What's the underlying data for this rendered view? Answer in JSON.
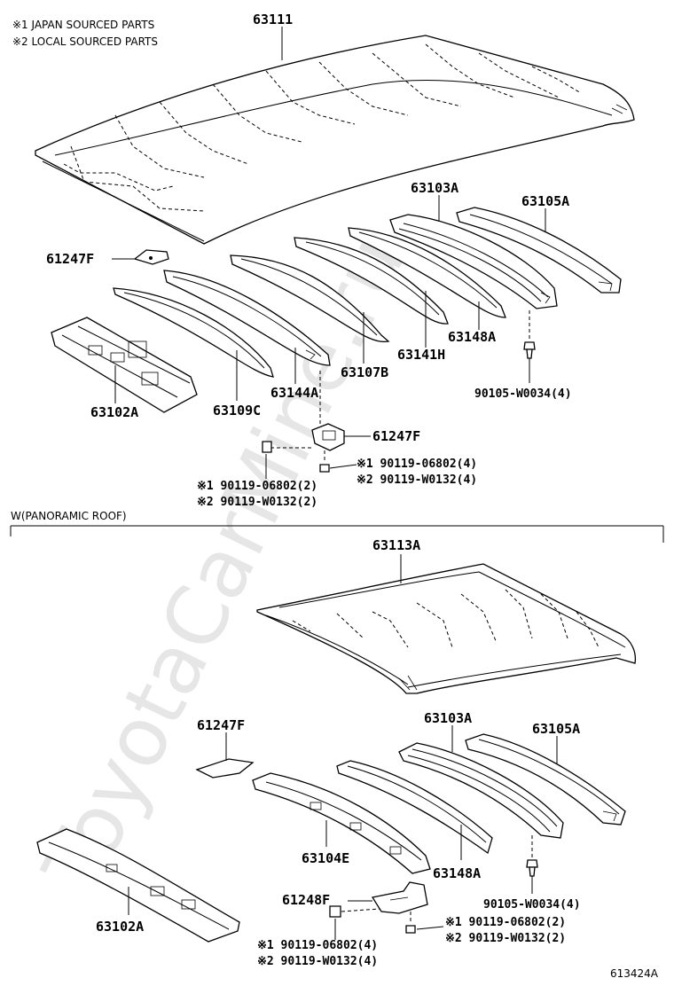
{
  "notes": {
    "japan": "※1 JAPAN SOURCED PARTS",
    "local": "※2 LOCAL SOURCED PARTS"
  },
  "watermark": "ToyotaCarMine.ru",
  "section_label": "W(PANORAMIC ROOF)",
  "figure_id": "613424A",
  "top": {
    "roof_panel": "63111",
    "bow_63103A": "63103A",
    "bow_63105A": "63105A",
    "bracket_61247F": "61247F",
    "bow_63148A": "63148A",
    "bow_63141H": "63141H",
    "bow_63107B": "63107B",
    "bow_63144A": "63144A",
    "bow_63109C": "63109C",
    "panel_63102A": "63102A",
    "bolt_90105": "90105-W0034(4)",
    "bracket2_61247F": "61247F",
    "bolt_a1": "※1 90119-06802(4)",
    "bolt_a2": "※2 90119-W0132(4)",
    "bolt_b1": "※1 90119-06802(2)",
    "bolt_b2": "※2 90119-W0132(2)"
  },
  "bottom": {
    "roof_panel": "63113A",
    "bracket_61247F": "61247F",
    "bow_63103A": "63103A",
    "bow_63105A": "63105A",
    "bow_63104E": "63104E",
    "bow_63148A": "63148A",
    "panel_63102A": "63102A",
    "bolt_90105": "90105-W0034(4)",
    "bracket_61248F": "61248F",
    "bolt_a1": "※1 90119-06802(2)",
    "bolt_a2": "※2 90119-W0132(2)",
    "bolt_b1": "※1 90119-06802(4)",
    "bolt_b2": "※2 90119-W0132(4)"
  }
}
